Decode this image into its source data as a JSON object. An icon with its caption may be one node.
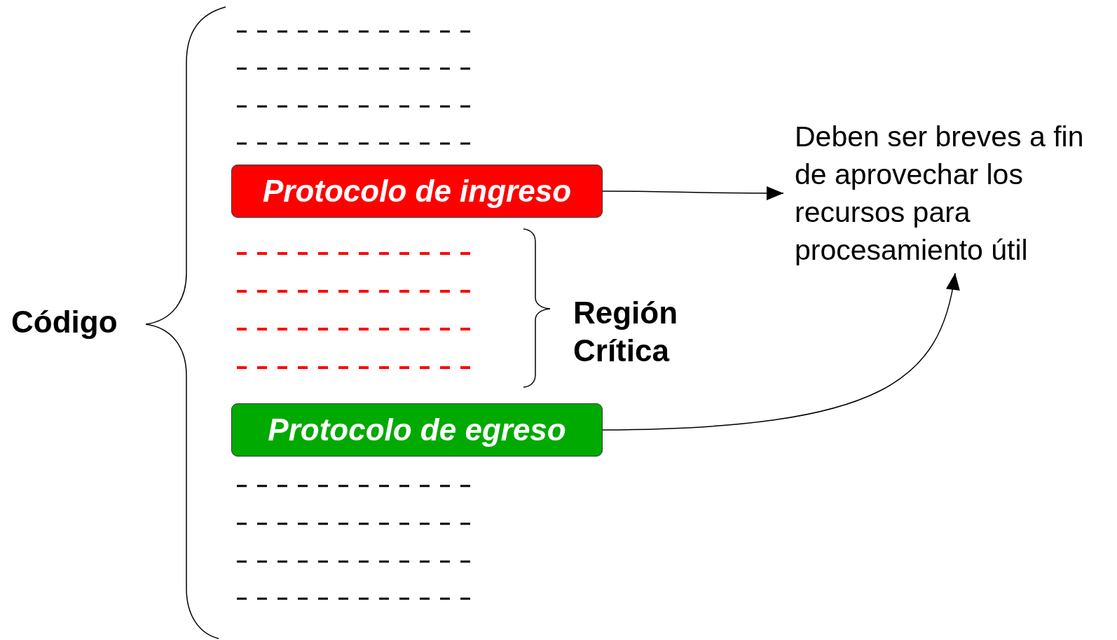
{
  "diagram": {
    "nodes": [
      {
        "text": [
          "Protocolo de ingreso"
        ]
      },
      {
        "text": [
          "Protocolo de egreso"
        ]
      },
      {
        "text": [
          "Deben ser breves a fin de aprovechar los recursos para procesamiento útil"
        ]
      }
    ],
    "edges": [
      {
        "from": 0,
        "to": 2,
        "arrow": "to"
      },
      {
        "from": 1,
        "to": 2,
        "arrow": "to"
      }
    ],
    "labels": [
      "Código",
      "Región Crítica"
    ]
  }
}
